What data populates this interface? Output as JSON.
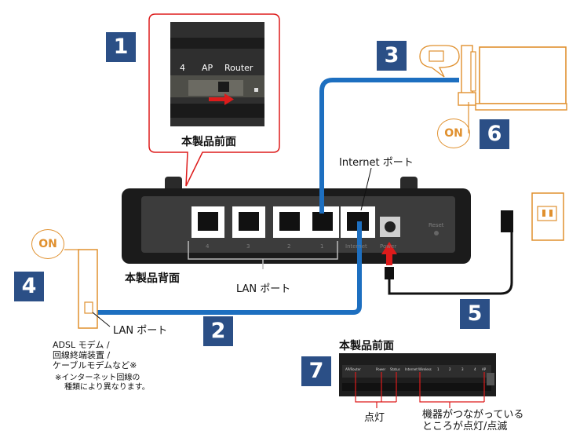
{
  "steps": [
    "1",
    "2",
    "3",
    "4",
    "5",
    "6",
    "7"
  ],
  "on_label": "ON",
  "inset": {
    "switch_labels": [
      "4",
      "AP",
      "Router"
    ],
    "caption": "本製品前面"
  },
  "router_back": {
    "caption": "本製品背面",
    "port_numbers": [
      "4",
      "3",
      "2",
      "1"
    ],
    "internet_label": "Internet",
    "power_label": "Power",
    "reset_label": "Reset",
    "internet_port_label": "Internet ポート",
    "lan_port_label": "LAN ポート"
  },
  "modem": {
    "lan_port_label": "LAN ポート",
    "desc": [
      "ADSL モデム /",
      "回線終端装置 /",
      "ケーブルモデムなど※"
    ],
    "note": [
      "※インターネット回線の",
      "種類により異なります。"
    ]
  },
  "router_front": {
    "caption": "本製品前面",
    "led_labels": [
      "AP/Router",
      "Power",
      "Status",
      "Internet",
      "Wireless",
      "1",
      "2",
      "3",
      "4",
      "AP"
    ],
    "lit_label": "点灯",
    "connected_label": [
      "機器がつながっている",
      "ところが点灯/点滅"
    ]
  },
  "colors": {
    "blue_cable": "#1d6fc0",
    "orange": "#e0902e",
    "red": "#dd1b1b",
    "step_box": "#2b4f86"
  }
}
